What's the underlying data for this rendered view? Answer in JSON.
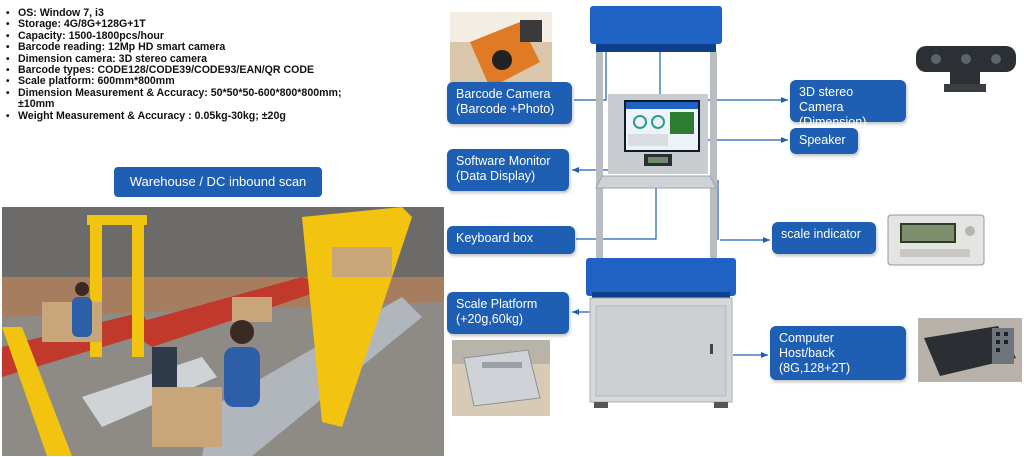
{
  "specs": [
    "OS: Window 7, i3",
    "Storage: 4G/8G+128G+1T",
    "Capacity: 1500-1800pcs/hour",
    "Barcode reading: 12Mp HD smart camera",
    "Dimension camera: 3D stereo camera",
    "Barcode   types:   CODE128/CODE39/CODE93/EAN/QR CODE",
    "Scale platform: 600mm*800mm",
    "Dimension Measurement & Accuracy:  50*50*50-600*800*800mm;  ±10mm",
    "Weight Measurement & Accuracy : 0.05kg-30kg;  ±20g"
  ],
  "warehouse_title": "Warehouse / DC inbound scan",
  "labels": {
    "barcode_camera": [
      "Barcode Camera",
      "(Barcode +Photo)"
    ],
    "stereo_camera": [
      "3D stereo Camera",
      "(Dimension)"
    ],
    "speaker": [
      "Speaker"
    ],
    "software_monitor": [
      "Software Monitor",
      "(Data Display)"
    ],
    "keyboard_box": [
      "Keyboard box"
    ],
    "scale_indicator": [
      "scale indicator"
    ],
    "scale_platform": [
      "Scale Platform",
      "(+20g,60kg)"
    ],
    "computer_host": [
      "Computer",
      "Host/back",
      "(8G,128+2T)"
    ]
  },
  "colors": {
    "label_blue": "#1e5fb4",
    "machine_blue": "#1f62c4",
    "frame_grey": "#b9bcc0",
    "body_grey": "#d6d8da"
  }
}
